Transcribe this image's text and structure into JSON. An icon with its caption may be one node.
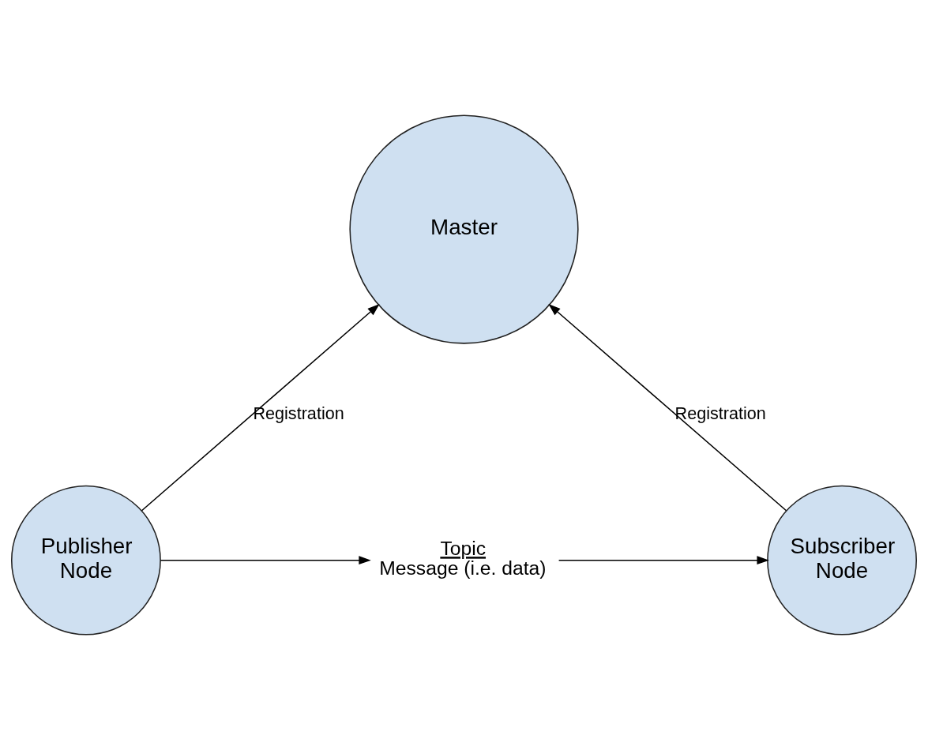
{
  "diagram": {
    "nodes": [
      {
        "text": [
          "Master"
        ]
      },
      {
        "text": [
          "Publisher Node"
        ]
      },
      {
        "text": [
          "Topic",
          "Message (i.e. data)"
        ]
      },
      {
        "text": [
          "Subscriber Node"
        ]
      }
    ],
    "edges": [
      {
        "from": 1,
        "to": 0,
        "arrow": "to",
        "label": "Registration"
      },
      {
        "from": 3,
        "to": 0,
        "arrow": "to",
        "label": "Registration"
      },
      {
        "from": 1,
        "to": 2,
        "arrow": "to"
      },
      {
        "from": 2,
        "to": 3,
        "arrow": "to"
      }
    ]
  }
}
